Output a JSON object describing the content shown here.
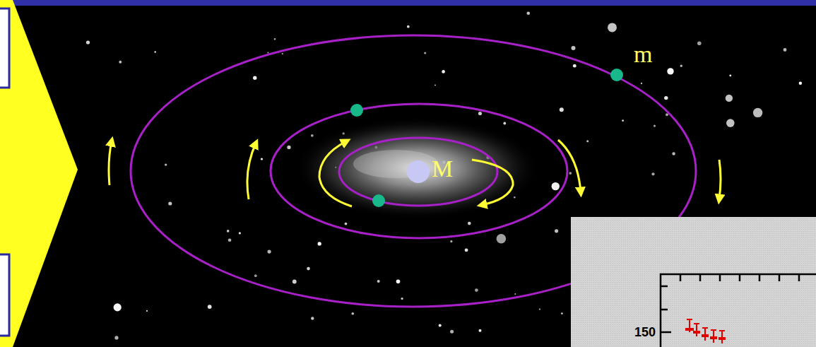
{
  "diagram": {
    "nodes": [
      {
        "text": [
          "M"
        ]
      },
      {
        "text": [
          "m"
        ]
      }
    ],
    "labels": [
      "150"
    ]
  }
}
